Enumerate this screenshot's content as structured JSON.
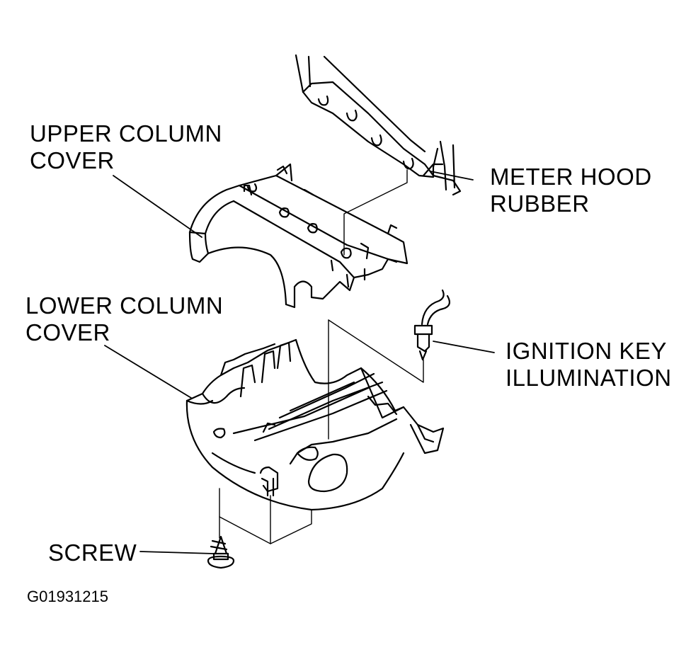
{
  "labels": {
    "upper_column_cover": [
      "UPPER COLUMN",
      "COVER"
    ],
    "meter_hood_rubber": [
      "METER HOOD",
      "RUBBER"
    ],
    "lower_column_cover": [
      "LOWER COLUMN",
      "COVER"
    ],
    "ignition_key_illumination": [
      "IGNITION KEY",
      "ILLUMINATION"
    ],
    "screw": "SCREW"
  },
  "figure_code": "G01931215"
}
